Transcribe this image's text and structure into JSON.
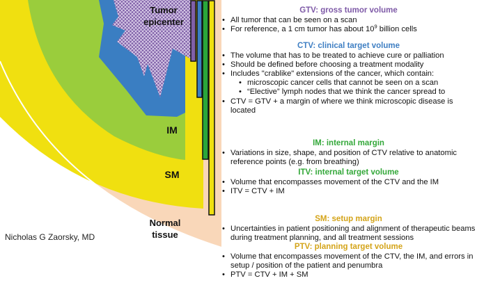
{
  "labels": {
    "tumor_epicenter_line1": "Tumor",
    "tumor_epicenter_line2": "epicenter",
    "im": "IM",
    "sm": "SM",
    "normal_tissue_line1": "Normal",
    "normal_tissue_line2": "tissue",
    "author": "Nicholas G Zaorsky, MD"
  },
  "colors": {
    "gtv": "#8060a8",
    "ctv": "#3a7ec2",
    "itv": "#2aa63a",
    "ptv": "#f0e010",
    "im_region": "#9acd3c",
    "normal_tissue": "#f9d7b9"
  },
  "gtv": {
    "heading": "GTV: gross tumor volume",
    "b1": "All tumor that can be seen on a scan",
    "b2_pre": "For reference, a 1 cm tumor has about 10",
    "b2_sup": "9",
    "b2_post": " billion cells"
  },
  "ctv": {
    "heading": "CTV: clinical target volume",
    "b1": "The volume that has to be treated to achieve cure or palliation",
    "b2": "Should be defined before choosing a treatment modality",
    "b3": "Includes \"crablike\" extensions of the cancer, which contain:",
    "s1": "microscopic cancer cells that cannot be seen on a scan",
    "s2": "“Elective” lymph nodes that we think the cancer spread to",
    "b4": "CTV = GTV + a margin of where we think microscopic disease is located"
  },
  "im": {
    "heading": "IM: internal margin",
    "b1": "Variations in size, shape, and position of CTV relative to anatomic reference points (e.g. from breathing)"
  },
  "itv": {
    "heading": "ITV: internal target volume",
    "b1": "Volume that encompasses movement of the CTV and the IM",
    "b2": "ITV = CTV + IM"
  },
  "sm": {
    "heading": "SM: setup margin",
    "b1": "Uncertainties in patient positioning and alignment of therapeutic beams during treatment planning, and all treatment sessions"
  },
  "ptv": {
    "heading": "PTV: planning target volume",
    "b1": "Volume that encompasses movement of the CTV, the IM, and errors in setup / position of the patient and penumbra",
    "b2": "PTV = CTV + IM + SM"
  }
}
